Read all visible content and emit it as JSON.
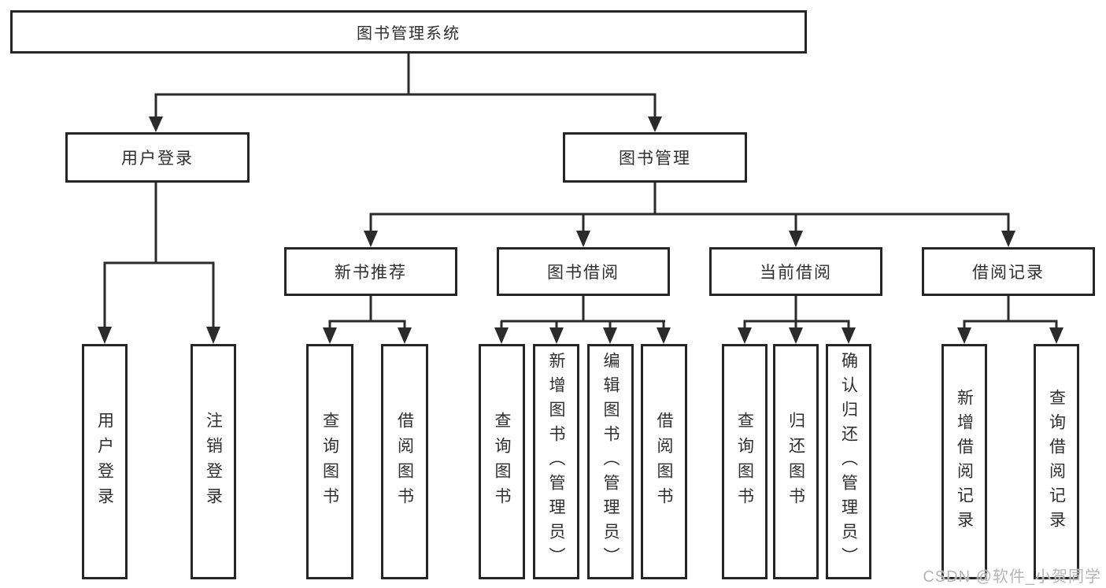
{
  "tree": {
    "root": "图书管理系统",
    "branches": [
      {
        "label": "用户登录",
        "children": [
          "用户登录",
          "注销登录"
        ]
      },
      {
        "label": "图书管理",
        "sections": [
          {
            "label": "新书推荐",
            "children": [
              "查询图书",
              "借阅图书"
            ]
          },
          {
            "label": "图书借阅",
            "children": [
              "查询图书",
              "新增图书（管理员）",
              "编辑图书（管理员）",
              "借阅图书"
            ]
          },
          {
            "label": "当前借阅",
            "children": [
              "查询图书",
              "归还图书",
              "确认归还（管理员）"
            ]
          },
          {
            "label": "借阅记录",
            "children": [
              "新增借阅记录",
              "查询借阅记录"
            ]
          }
        ]
      }
    ]
  },
  "watermark": {
    "text": "CSDN @软件_小贺同学"
  },
  "colors": {
    "line": "#2b2b2b",
    "box_border": "#262626",
    "text": "#2f2f2f",
    "watermark": "#b5b5b5",
    "background": "#ffffff"
  }
}
